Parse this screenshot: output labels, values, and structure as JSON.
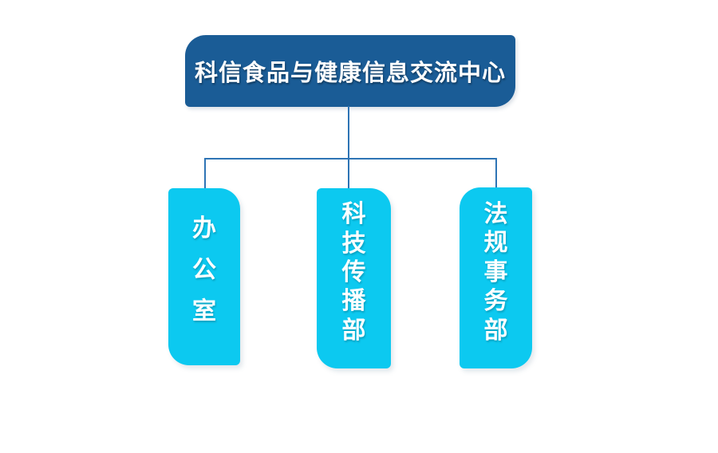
{
  "colors": {
    "root_fill": "#1A5C96",
    "dept_fill": "#0CC9F0",
    "connector": "#2E74B5",
    "label_text": "#FFFFFF",
    "background": "#FFFFFF"
  },
  "org_chart": {
    "root": {
      "label": "科信食品与健康信息交流中心"
    },
    "departments": [
      {
        "id": "office",
        "label": "办公室"
      },
      {
        "id": "sci-tech-communication",
        "label": "科技传播部"
      },
      {
        "id": "regulatory-affairs",
        "label": "法规事务部"
      }
    ]
  }
}
